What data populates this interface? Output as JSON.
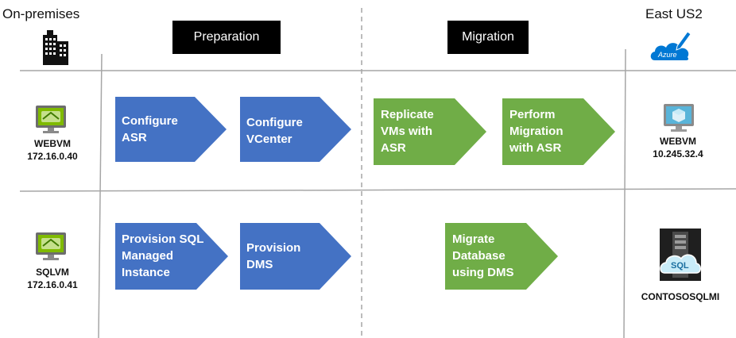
{
  "header": {
    "left_title": "On-premises",
    "right_title": "East US2",
    "phase_preparation": "Preparation",
    "phase_migration": "Migration",
    "azure_logo_text": "Azure"
  },
  "rows": {
    "web": {
      "source_name": "WEBVM",
      "source_ip": "172.16.0.40",
      "target_name": "WEBVM",
      "target_ip": "10.245.32.4",
      "steps": [
        {
          "lines": [
            "Configure",
            "ASR"
          ]
        },
        {
          "lines": [
            "Configure",
            "VCenter"
          ]
        },
        {
          "lines": [
            "Replicate",
            "VMs with",
            "ASR"
          ]
        },
        {
          "lines": [
            "Perform",
            "Migration",
            "with ASR"
          ]
        }
      ]
    },
    "sql": {
      "source_name": "SQLVM",
      "source_ip": "172.16.0.41",
      "target_name": "CONTOSOSQLMI",
      "target_badge": "SQL",
      "steps": [
        {
          "lines": [
            "Provision SQL",
            "Managed",
            "Instance"
          ]
        },
        {
          "lines": [
            "Provision",
            "DMS"
          ]
        },
        {
          "lines": [
            "Migrate",
            "Database",
            "using DMS"
          ]
        }
      ]
    }
  },
  "colors": {
    "blue_step": "#4472C4",
    "green_step": "#70AD47",
    "header_box": "#000000",
    "azure_blue": "#0078D4"
  },
  "icons": {
    "on_premises": "building-icon",
    "azure": "azure-cloud-icon",
    "source_vm": "vm-monitor-icon",
    "target_vm": "azure-vm-icon",
    "target_sql": "sql-server-icon"
  }
}
